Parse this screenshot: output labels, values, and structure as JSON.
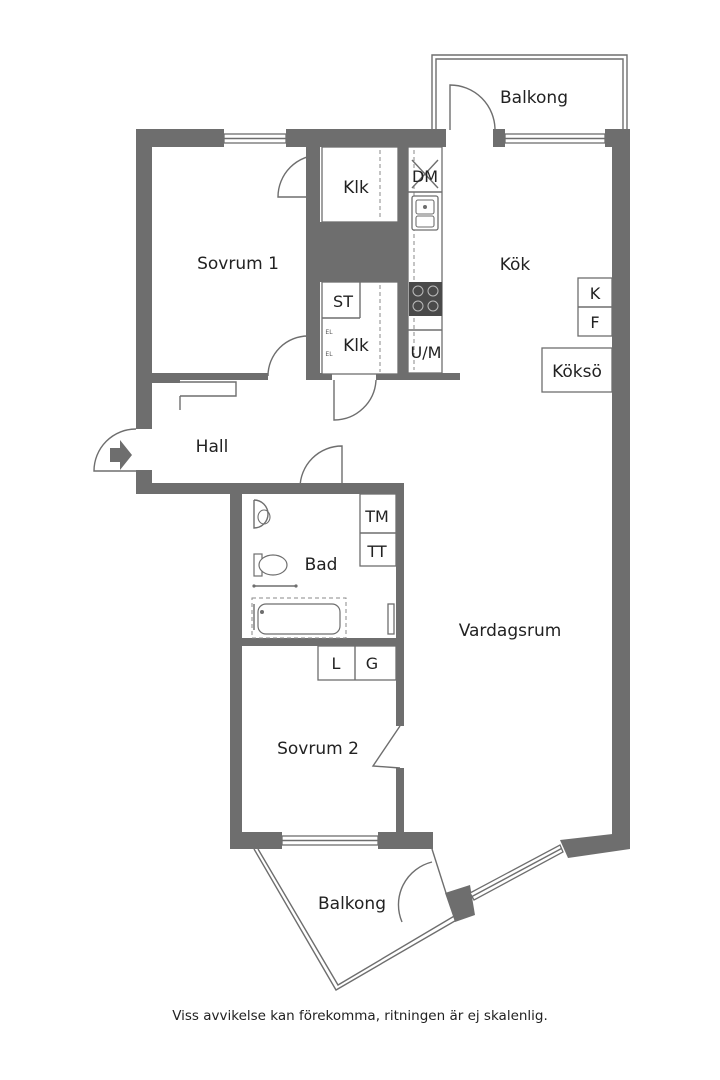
{
  "rooms": {
    "balkong_top": "Balkong",
    "sovrum1": "Sovrum 1",
    "klk_top": "Klk",
    "dm": "DM",
    "kok": "Kök",
    "k": "K",
    "f": "F",
    "st": "ST",
    "klk_mid": "Klk",
    "el1": "EL",
    "el2": "EL",
    "um": "U/M",
    "kokso": "Köksö",
    "hall": "Hall",
    "tm": "TM",
    "tt": "TT",
    "bad": "Bad",
    "vardagsrum": "Vardagsrum",
    "l": "L",
    "g": "G",
    "sovrum2": "Sovrum 2",
    "balkong_bottom": "Balkong"
  },
  "disclaimer": "Viss avvikelse kan förekomma, ritningen är ej skalenlig.",
  "colors": {
    "wall": "#6e6e6e",
    "line": "#6e6e6e",
    "text": "#222222"
  },
  "icons": [
    "entrance-arrow-icon",
    "sink-icon",
    "stove-icon",
    "toilet-icon",
    "washbasin-icon",
    "bathtub-icon"
  ]
}
